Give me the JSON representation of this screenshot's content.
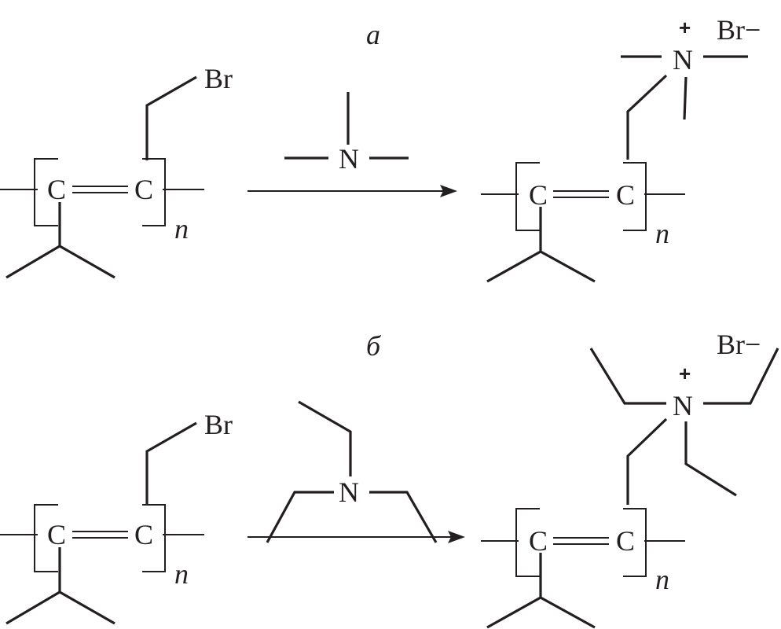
{
  "panels": [
    {
      "label": "a",
      "reactant": {
        "atom1": "C",
        "atom2": "C",
        "leaving_group": "Br",
        "repeat": "n"
      },
      "reagent": {
        "center": "N",
        "name_hint": "trimethylamine"
      },
      "product": {
        "atom1": "C",
        "atom2": "C",
        "cation": "N",
        "charge": "+",
        "counterion": "Br−",
        "repeat": "n"
      }
    },
    {
      "label": "б",
      "reactant": {
        "atom1": "C",
        "atom2": "C",
        "leaving_group": "Br",
        "repeat": "n"
      },
      "reagent": {
        "center": "N",
        "name_hint": "triethylamine"
      },
      "product": {
        "atom1": "C",
        "atom2": "C",
        "cation": "N",
        "charge": "+",
        "counterion": "Br−",
        "repeat": "n"
      }
    }
  ]
}
